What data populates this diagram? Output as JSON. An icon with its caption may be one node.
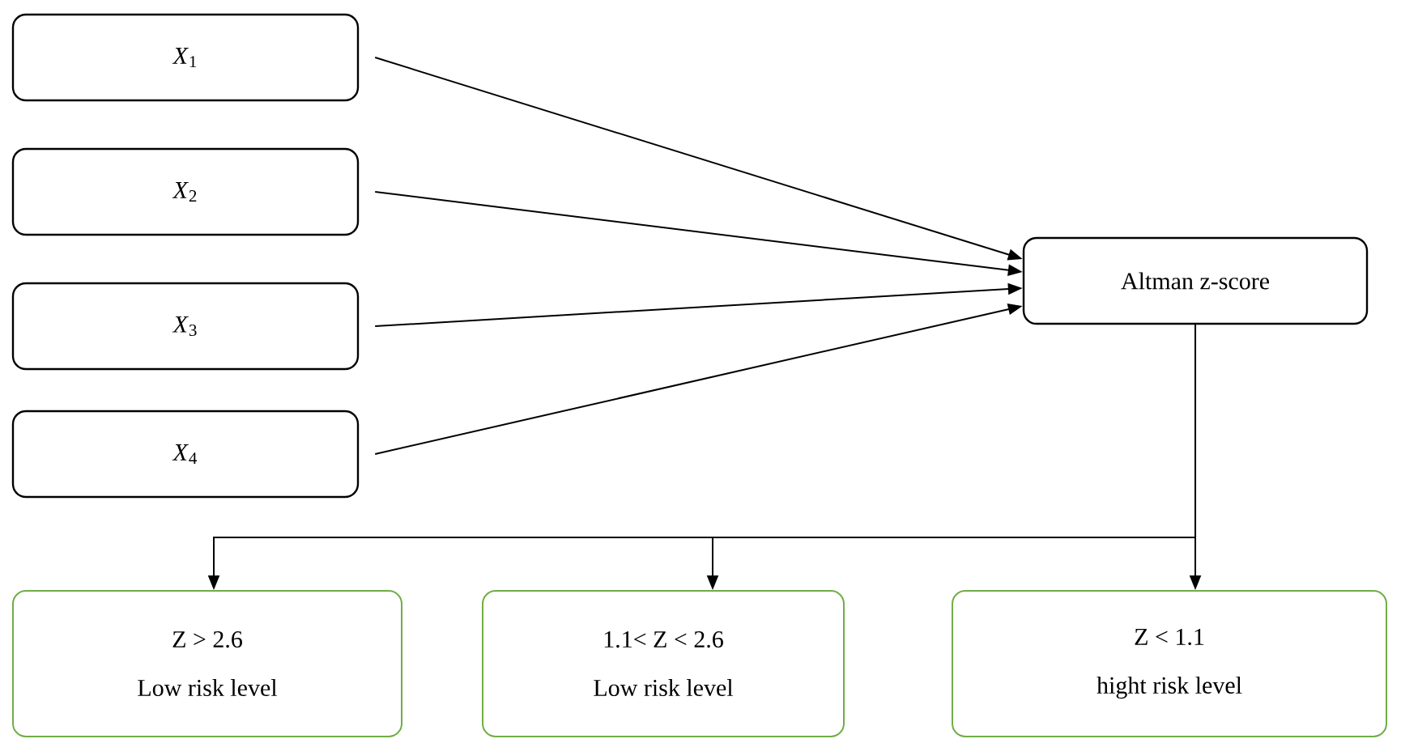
{
  "diagram": {
    "nodes": [
      {
        "text": [
          "*X*$_{1}$"
        ]
      },
      {
        "text": [
          "*X*$_{2}$"
        ]
      },
      {
        "text": [
          "*X*$_{3}$"
        ]
      },
      {
        "text": [
          "*X*$_{4}$"
        ]
      },
      {
        "text": [
          "Altman z-score"
        ]
      },
      {
        "text": [
          "Z > 2.6",
          "Low risk level"
        ]
      },
      {
        "text": [
          "1.1< Z < 2.6",
          "Low risk level"
        ]
      },
      {
        "text": [
          "Z < 1.1",
          "hight risk level"
        ]
      }
    ],
    "edges": [
      {
        "from": 0,
        "to": 4,
        "arrow": "to"
      },
      {
        "from": 1,
        "to": 4,
        "arrow": "to"
      },
      {
        "from": 2,
        "to": 4,
        "arrow": "to"
      },
      {
        "from": 3,
        "to": 4,
        "arrow": "to"
      },
      {
        "from": 4,
        "to": 5,
        "arrow": "to"
      },
      {
        "from": 4,
        "to": 6,
        "arrow": "to"
      },
      {
        "from": 4,
        "to": 7,
        "arrow": "to"
      }
    ]
  }
}
